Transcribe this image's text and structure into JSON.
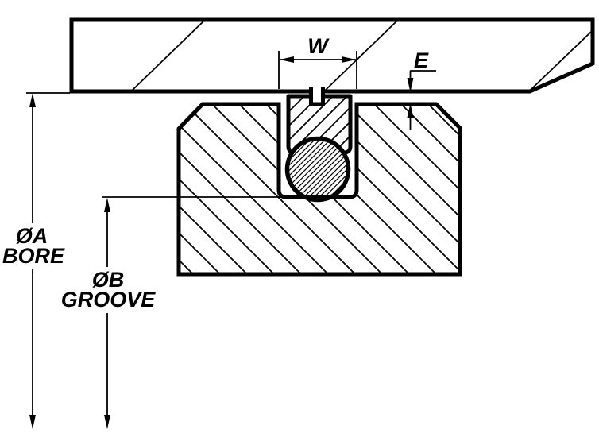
{
  "drawing": {
    "colors": {
      "ink": "#000000",
      "paper": "#ffffff"
    },
    "dimensions": {
      "groove_width": {
        "label": "W"
      },
      "clearance": {
        "label": "E"
      },
      "bore": {
        "label": "ØA",
        "name": "BORE"
      },
      "groove": {
        "label": "ØB",
        "name": "GROOVE"
      }
    }
  }
}
